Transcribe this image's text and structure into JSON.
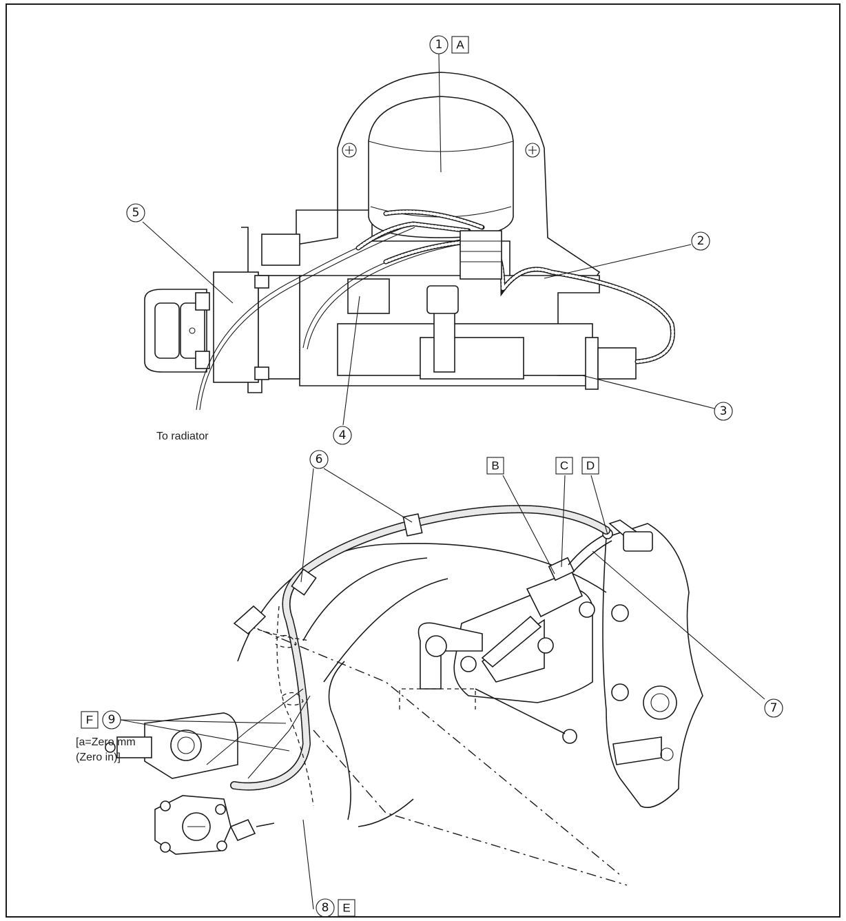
{
  "callouts": {
    "n1": "1",
    "n2": "2",
    "n3": "3",
    "n4": "4",
    "n5": "5",
    "n6": "6",
    "n7": "7",
    "n8": "8",
    "n9": "9"
  },
  "letters": {
    "A": "A",
    "B": "B",
    "C": "C",
    "D": "D",
    "E": "E",
    "F": "F"
  },
  "notes": {
    "to_radiator": "To radiator",
    "clearance_line1": "[a=Zero mm",
    "clearance_line2": "(Zero in)]"
  }
}
